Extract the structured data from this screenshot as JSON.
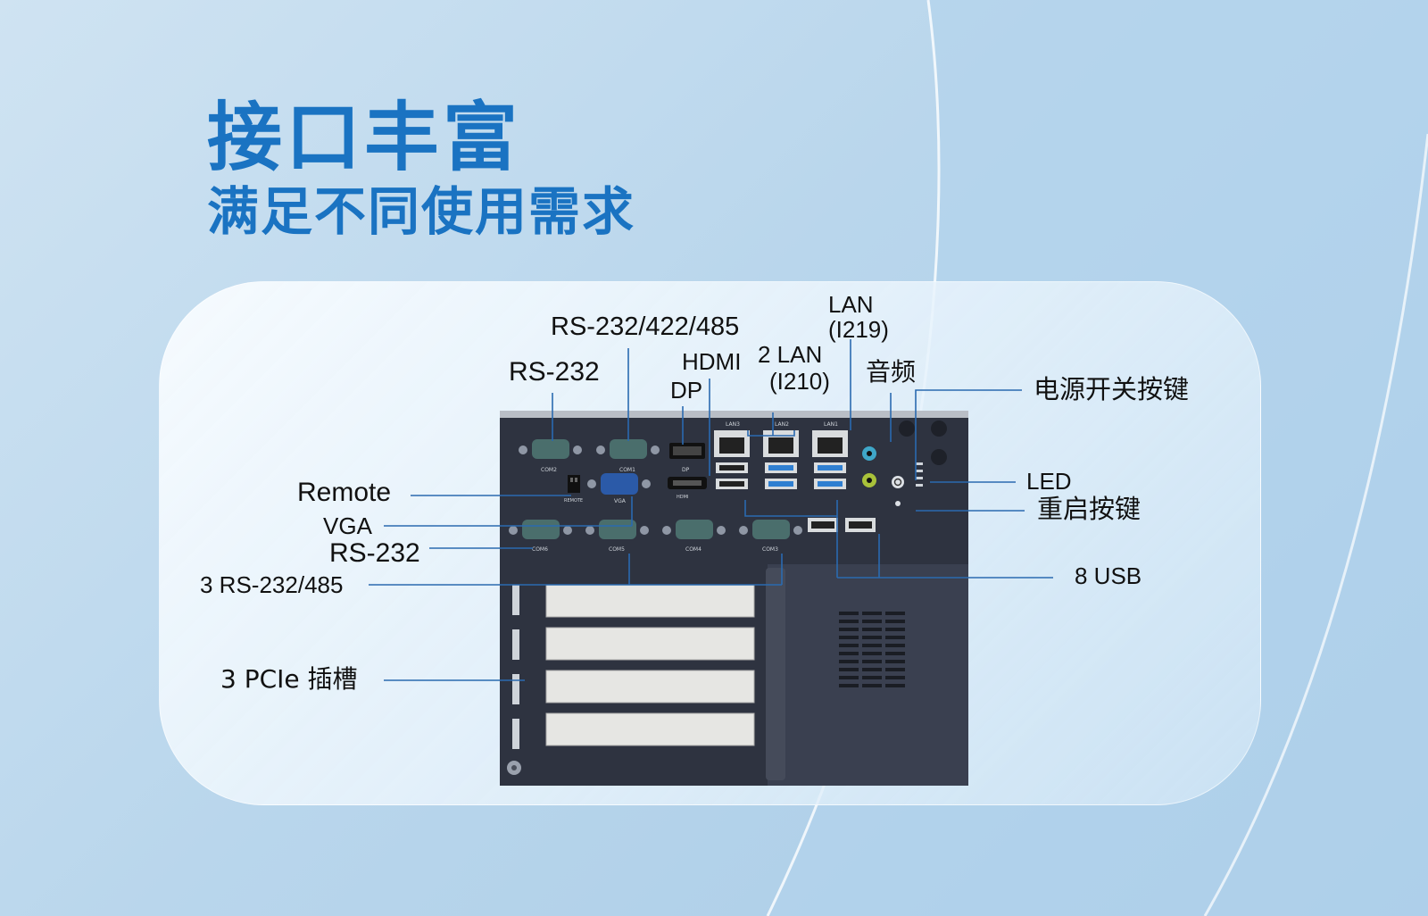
{
  "title": {
    "headline": "接口丰富",
    "subline": "满足不同使用需求"
  },
  "colors": {
    "brand_blue": "#1a73c2",
    "leader_line": "#2a6ab0",
    "chassis": "#2e3340",
    "panel_bg": "#eef6fc"
  },
  "callouts": {
    "rs232_top": "RS-232",
    "rs232_422_485": "RS-232/422/485",
    "dp": "DP",
    "hdmi": "HDMI",
    "lan_2": "2 LAN",
    "lan_2_chip": "(I210)",
    "lan_1": "LAN",
    "lan_1_chip": "(I219)",
    "audio": "音频",
    "power_button": "电源开关按键",
    "led": "LED",
    "reset_button": "重启按键",
    "usb": "8 USB",
    "remote": "Remote",
    "vga": "VGA",
    "rs232_mid": "RS-232",
    "rs232_485": "3 RS-232/485",
    "pcie": "3 PCIe 插槽"
  },
  "device_silk": {
    "com2": "COM2",
    "com1": "COM1",
    "com6": "COM6",
    "com5": "COM5",
    "com4": "COM4",
    "com3": "COM3",
    "vga": "VGA",
    "remote": "REMOTE",
    "lan3": "LAN3",
    "lan2": "LAN2",
    "lan1": "LAN1",
    "hdmi": "HDMI",
    "dp": "DP"
  }
}
